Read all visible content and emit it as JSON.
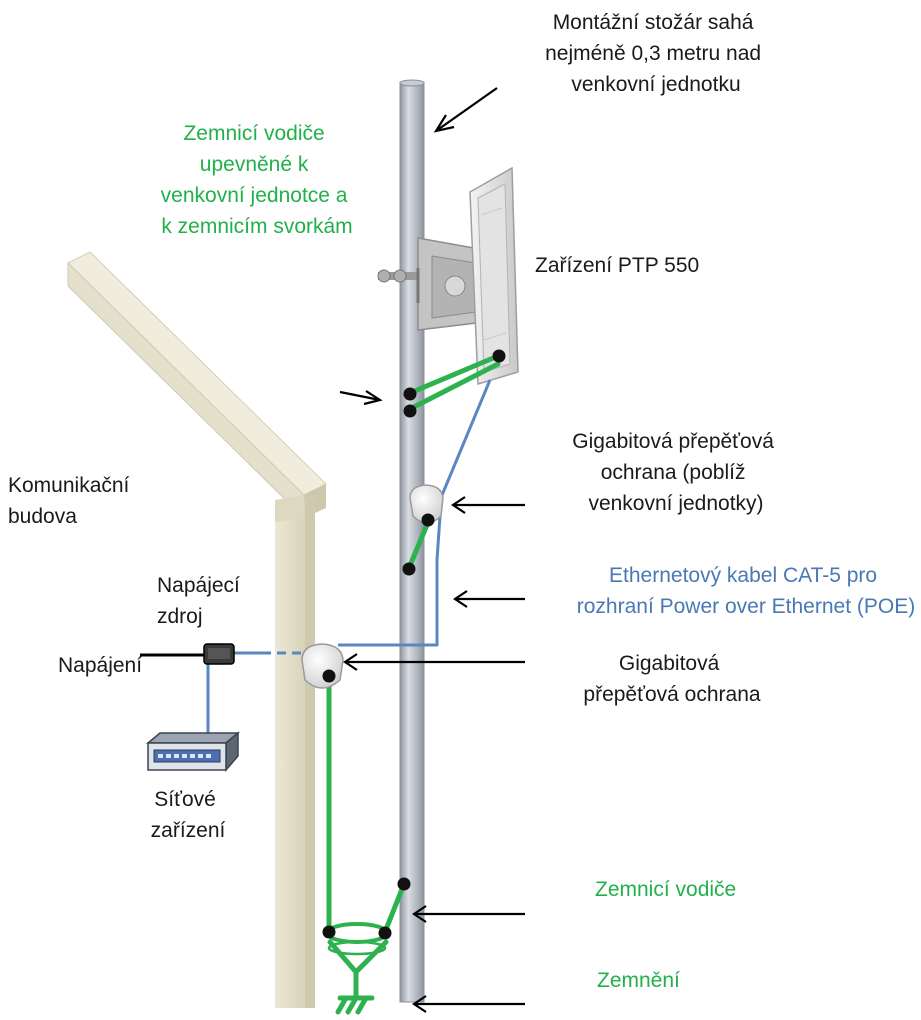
{
  "labels": {
    "mast_top": [
      "Montážní stožár sahá",
      "nejméně 0,3 metru nad",
      "venkovní jednotku"
    ],
    "ground_wires_top": [
      "Zemnicí vodiče",
      "upevněné k",
      "venkovní jednotce a",
      "k zemnicím svorkám"
    ],
    "ptp_device": [
      "Zařízení PTP 550"
    ],
    "surge_near_odu": [
      "Gigabitová přepěťová",
      "ochrana (poblíž",
      "venkovní jednotky)"
    ],
    "building": [
      "Komunikační",
      "budova"
    ],
    "ethernet_cable": [
      "Ethernetový kabel CAT-5 pro",
      "rozhraní Power over Ethernet (POE)"
    ],
    "power_supply": [
      "Napájecí",
      "zdroj"
    ],
    "power": [
      "Napájení"
    ],
    "surge_bottom": [
      "Gigabitová",
      "přepěťová ochrana"
    ],
    "network_device": [
      "Síťové",
      "zařízení"
    ],
    "ground_wires_bottom": [
      "Zemnicí vodiče"
    ],
    "grounding": [
      "Zemnění"
    ]
  },
  "colors": {
    "text": "#1a1a1a",
    "green": "#22b04b",
    "blue": "#4a78b5",
    "mast": "#b7bcc6",
    "building": "#e6e2cf"
  }
}
